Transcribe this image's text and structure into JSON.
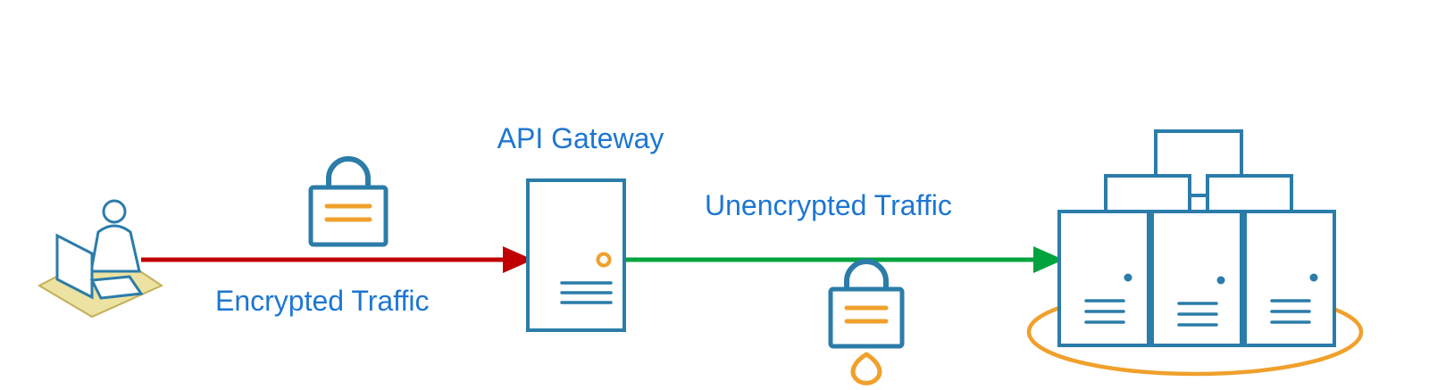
{
  "diagram": {
    "colors": {
      "icon_blue": "#2b7ca9",
      "label_blue": "#1d76d2",
      "arrow_red": "#c00000",
      "arrow_green": "#00a33e",
      "accent_orange": "#f0a02c",
      "platform_yellow": "#ece2a2",
      "background": "#ffffff"
    },
    "nodes": [
      {
        "id": "client",
        "icon": "person-at-computer-icon",
        "label": ""
      },
      {
        "id": "encrypted-lock",
        "icon": "closed-padlock-icon",
        "label": ""
      },
      {
        "id": "api-gateway",
        "icon": "server-icon",
        "label": "API Gateway"
      },
      {
        "id": "unencrypted-lock",
        "icon": "open-padlock-icon",
        "label": ""
      },
      {
        "id": "backend-cluster",
        "icon": "server-cluster-icon",
        "label": ""
      }
    ],
    "edges": [
      {
        "from": "client",
        "to": "api-gateway",
        "label": "Encrypted Traffic",
        "color": "#c00000",
        "style": "solid-arrow"
      },
      {
        "from": "api-gateway",
        "to": "backend-cluster",
        "label": "Unencrypted Traffic",
        "color": "#00a33e",
        "style": "solid-arrow"
      }
    ]
  }
}
